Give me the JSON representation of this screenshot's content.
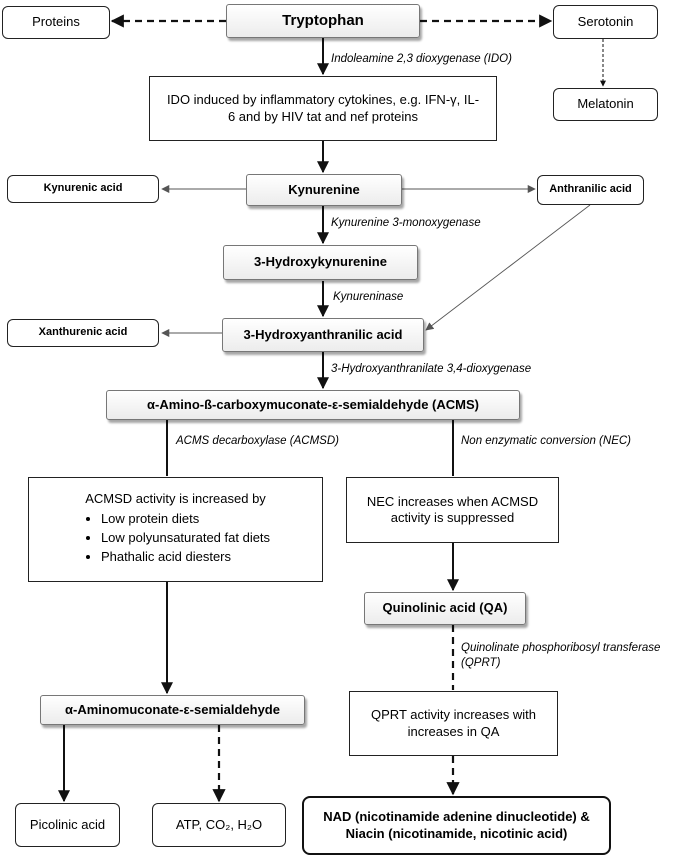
{
  "nodes": {
    "tryptophan": "Tryptophan",
    "proteins": "Proteins",
    "serotonin": "Serotonin",
    "melatonin": "Melatonin",
    "kynurenine": "Kynurenine",
    "kynurenic_acid": "Kynurenic acid",
    "anthranilic_acid": "Anthranilic acid",
    "hydroxykynurenine": "3-Hydroxykynurenine",
    "hydroxyanthranilic_acid": "3-Hydroxyanthranilic acid",
    "xanthurenic_acid": "Xanthurenic acid",
    "acms": "α-Amino-ß-carboxymuconate-ε-semialdehyde (ACMS)",
    "quinolinic_acid": "Quinolinic acid (QA)",
    "aminomuconate": "α-Aminomuconate-ε-semialdehyde",
    "picolinic_acid": "Picolinic acid",
    "atp": "ATP, CO₂, H₂O",
    "nad": "NAD (nicotinamide adenine dinucleotide) & Niacin (nicotinamide, nicotinic acid)"
  },
  "info_boxes": {
    "ido_note": "IDO induced by inflammatory cytokines, e.g. IFN-γ, IL-6 and by HIV tat and nef proteins",
    "acmsd_title": "ACMSD activity is increased by",
    "acmsd_items": [
      "Low protein diets",
      "Low polyunsaturated fat diets",
      "Phathalic acid diesters"
    ],
    "nec_note": "NEC increases when ACMSD activity is suppressed",
    "qprt_note": "QPRT activity increases with increases in QA"
  },
  "enzymes": {
    "ido": "Indoleamine 2,3 dioxygenase (IDO)",
    "kmo": "Kynurenine 3-monoxygenase",
    "kynureninase": "Kynureninase",
    "haao": "3-Hydroxyanthranilate 3,4-dioxygenase",
    "acmsd": "ACMS decarboxylase (ACMSD)",
    "nec": "Non enzymatic conversion (NEC)",
    "qprt": "Quinolinate phosphoribosyl transferase (QPRT)"
  }
}
